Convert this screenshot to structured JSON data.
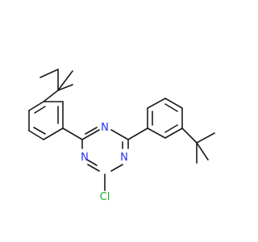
{
  "structure": {
    "atoms": [
      {
        "label": "N",
        "color": "#2233ee"
      },
      {
        "label": "N",
        "color": "#2233ee"
      },
      {
        "label": "N",
        "color": "#2233ee"
      },
      {
        "label": "Cl",
        "color": "#22aa22"
      }
    ],
    "colors": {
      "bond": "#1a1a1a",
      "nitrogen": "#2233ee",
      "chlorine": "#22aa22"
    }
  }
}
